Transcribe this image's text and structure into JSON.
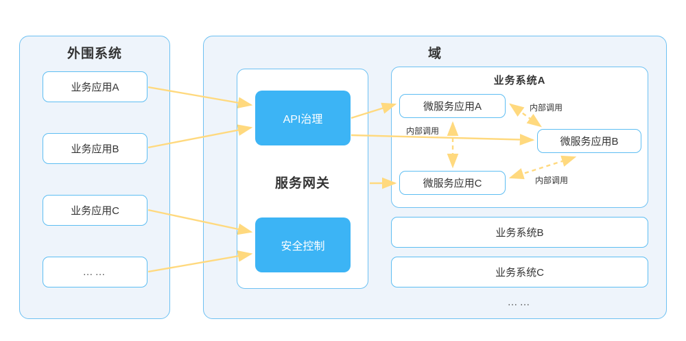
{
  "diagram": {
    "title_external": "外围系统",
    "title_domain": "域",
    "gateway": {
      "label": "服务网关",
      "components": [
        {
          "label": "API治理"
        },
        {
          "label": "安全控制"
        }
      ]
    },
    "external_apps": [
      {
        "label": "业务应用A"
      },
      {
        "label": "业务应用B"
      },
      {
        "label": "业务应用C"
      },
      {
        "label": "……"
      }
    ],
    "business_systems": [
      {
        "label": "业务系统A",
        "microservices": [
          {
            "label": "微服务应用A"
          },
          {
            "label": "微服务应用B"
          },
          {
            "label": "微服务应用C"
          }
        ]
      },
      {
        "label": "业务系统B"
      },
      {
        "label": "业务系统C"
      }
    ],
    "systems_ellipsis": "……",
    "edge_labels": {
      "a_to_b": "内部调用",
      "a_to_c": "内部调用",
      "c_to_b": "内部调用"
    },
    "colors": {
      "panel_fill": "#eef4fb",
      "panel_border": "#6cc0f2",
      "node_border": "#5cbdf2",
      "accent_blue": "#3cb4f5",
      "arrow": "#ffd97e",
      "text": "#333333"
    }
  }
}
